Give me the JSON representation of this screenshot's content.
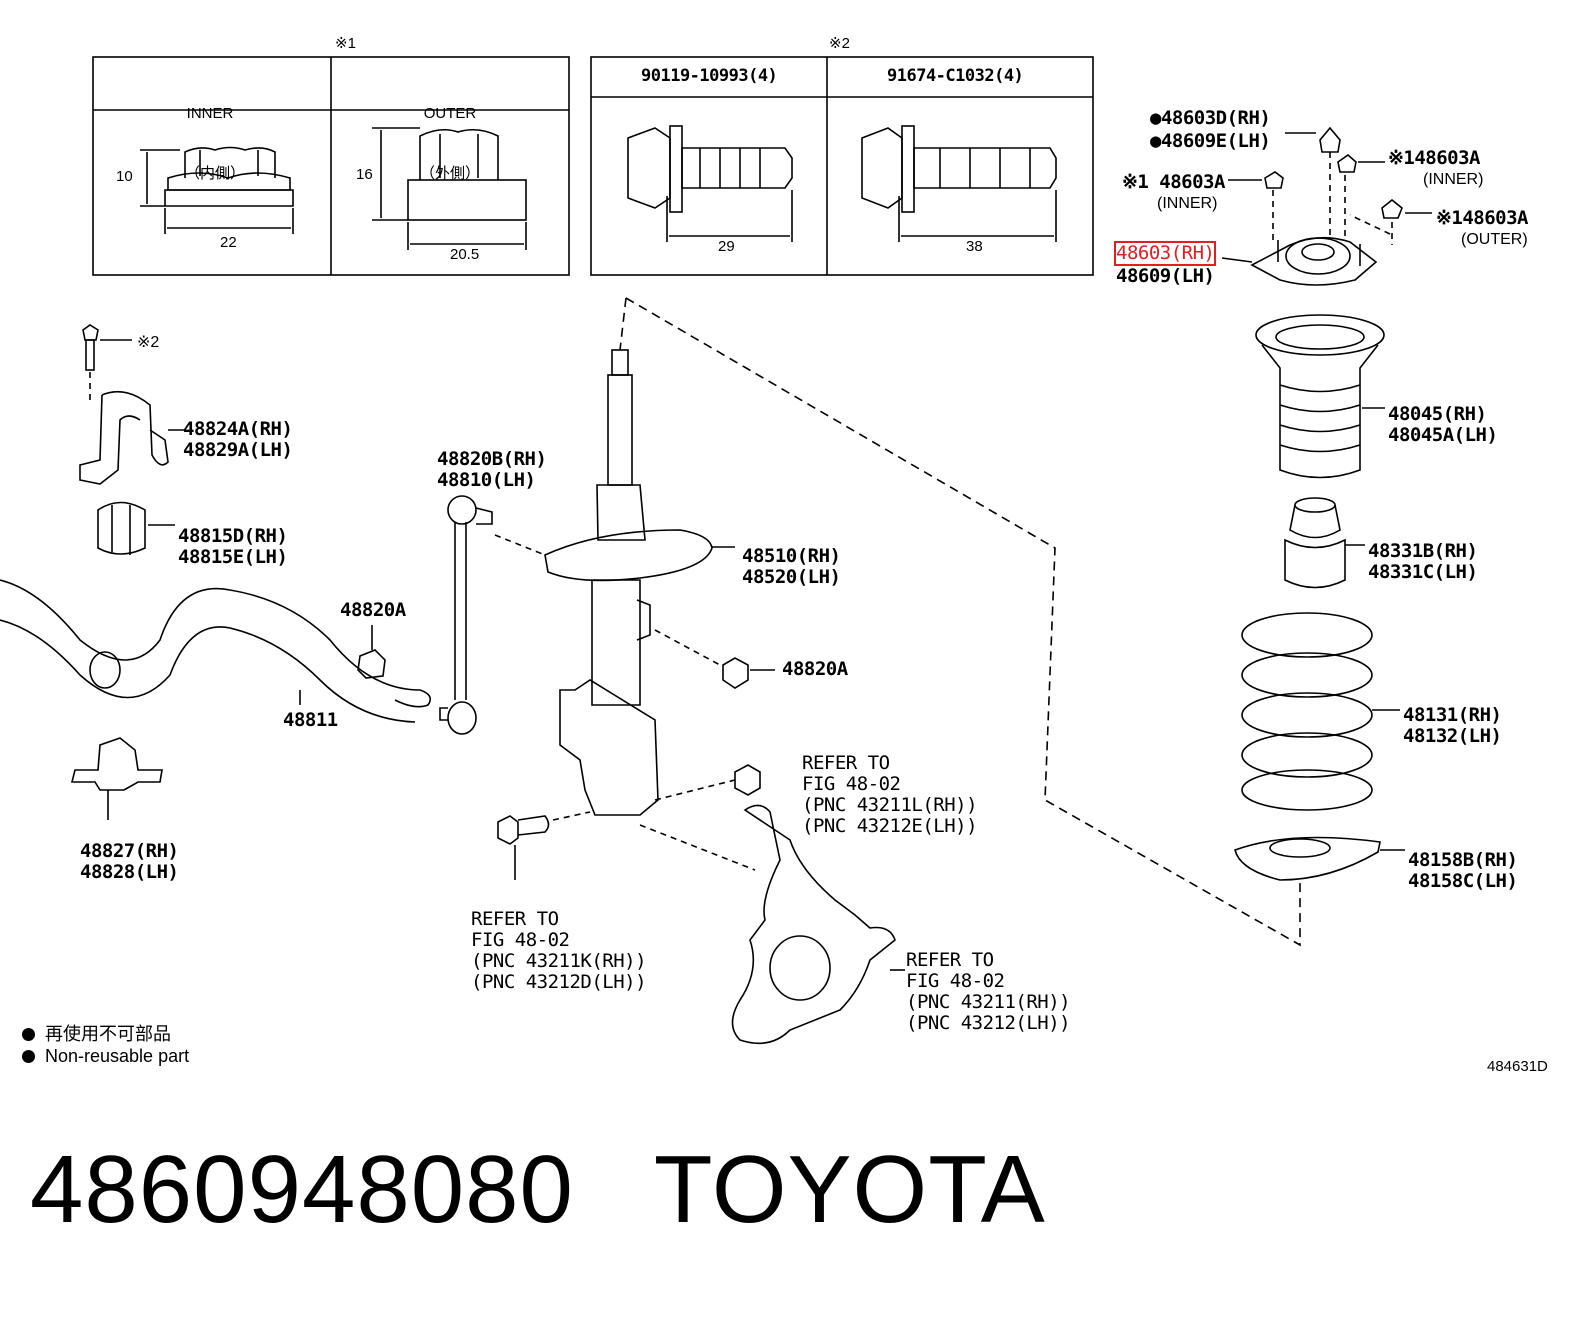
{
  "spec_tables": {
    "nuts": {
      "marker": "※1",
      "col1_header": [
        "INNER",
        "（内側）"
      ],
      "col2_header": [
        "OUTER",
        "（外側）"
      ],
      "inner_height": "10",
      "inner_width": "22",
      "outer_height": "16",
      "outer_width": "20.5"
    },
    "bolts": {
      "marker": "※2",
      "col1_header": "90119-10993(4)",
      "col2_header": "91674-C1032(4)",
      "bolt1_length": "29",
      "bolt2_length": "38"
    }
  },
  "callouts": {
    "nut_48603d": "●48603D(RH)",
    "nut_48609e": "●48609E(LH)",
    "inner_nut_left": "※1 48603A",
    "inner_left_sub": "(INNER)",
    "inner_nut_right": "※148603A",
    "inner_right_sub": "(INNER)",
    "outer_nut": "※148603A",
    "outer_sub": "(OUTER)",
    "mount_rh": "48603(RH)",
    "mount_lh": "48609(LH)",
    "bolt_ref": "※2",
    "bracket": [
      "48824A(RH)",
      "48829A(LH)"
    ],
    "bushing": [
      "48815D(RH)",
      "48815E(LH)"
    ],
    "link": [
      "48820B(RH)",
      "48810(LH)"
    ],
    "link_nut_a": "48820A",
    "stabilizer_bar": "48811",
    "clamp": [
      "48827(RH)",
      "48828(LH)"
    ],
    "strut": [
      "48510(RH)",
      "48520(LH)"
    ],
    "link_nut_b": "48820A",
    "boot": [
      "48045(RH)",
      "48045A(LH)"
    ],
    "bump_stop": [
      "48331B(RH)",
      "48331C(LH)"
    ],
    "spring": [
      "48131(RH)",
      "48132(LH)"
    ],
    "lower_insulator": [
      "48158B(RH)",
      "48158C(LH)"
    ],
    "ref_nut": [
      "REFER TO",
      "FIG 48-02",
      "(PNC 43211L(RH))",
      "(PNC 43212E(LH))"
    ],
    "ref_bolt": [
      "REFER TO",
      "FIG 48-02",
      "(PNC 43211K(RH))",
      "(PNC 43212D(LH))"
    ],
    "ref_knuckle": [
      "REFER TO",
      "FIG 48-02",
      "(PNC 43211(RH))",
      "(PNC 43212(LH))"
    ]
  },
  "legend": {
    "jp": "再使用不可部品",
    "en": "Non-reusable part"
  },
  "figure_id": "484631D",
  "footer": {
    "part_number": "4860948080",
    "brand": "TOYOTA"
  },
  "colors": {
    "highlight": "#e02020"
  }
}
